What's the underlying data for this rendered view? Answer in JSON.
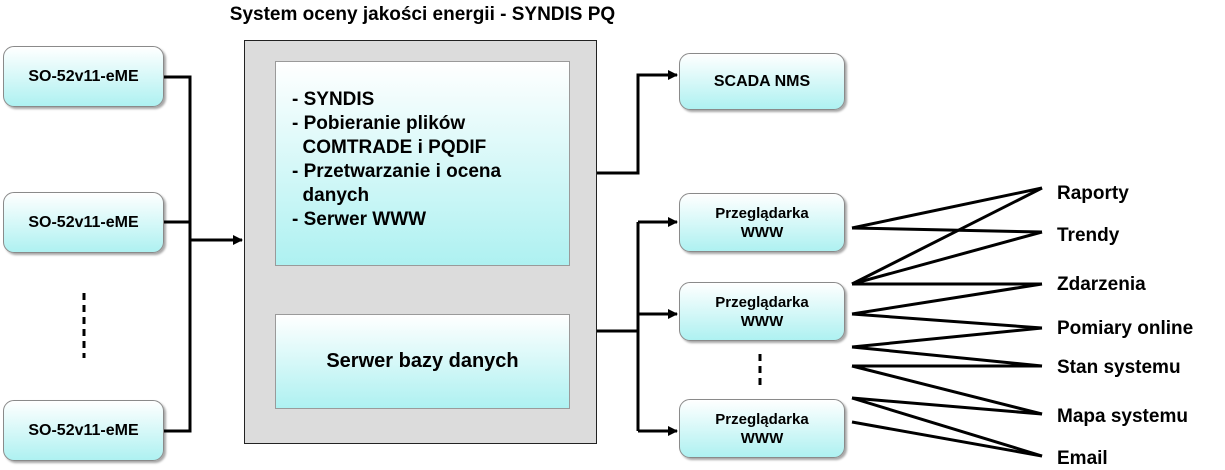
{
  "title": "System oceny jakości energii - SYNDIS PQ",
  "devices": [
    "SO-52v11-eME",
    "SO-52v11-eME",
    "SO-52v11-eME"
  ],
  "system": {
    "modules": [
      "- SYNDIS",
      "- Pobieranie plików",
      "  COMTRADE i PQDIF",
      "- Przetwarzanie i ocena",
      "  danych",
      "- Serwer WWW"
    ],
    "database": "Serwer bazy danych"
  },
  "scada": "SCADA NMS",
  "browser_label": "Przeglądarka\nWWW",
  "browser_count": 3,
  "functions": [
    "Raporty",
    "Trendy",
    "Zdarzenia",
    "Pomiary online",
    "Stan systemu",
    "Mapa systemu",
    "Email"
  ]
}
